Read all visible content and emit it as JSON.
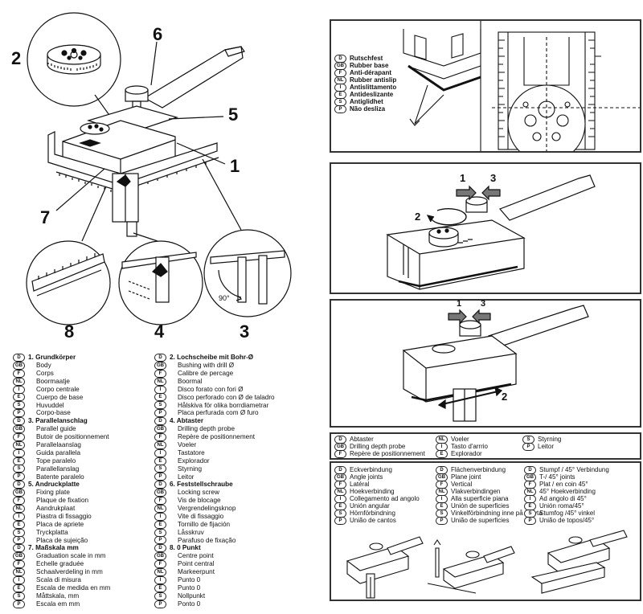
{
  "main_callouts": {
    "n1": "1",
    "n2": "2",
    "n3": "3",
    "n4": "4",
    "n5": "5",
    "n6": "6",
    "n7": "7",
    "n8": "8",
    "angle": "90°"
  },
  "legend_col1": [
    {
      "badge": "D",
      "text": "1. Grundkörper",
      "hdr": true
    },
    {
      "badge": "GB",
      "text": "Body"
    },
    {
      "badge": "F",
      "text": "Corps"
    },
    {
      "badge": "NL",
      "text": "Boormaatje"
    },
    {
      "badge": "I",
      "text": "Corpo centrale"
    },
    {
      "badge": "E",
      "text": "Cuerpo de base"
    },
    {
      "badge": "S",
      "text": "Huvuddel"
    },
    {
      "badge": "P",
      "text": "Corpo-base"
    },
    {
      "badge": "D",
      "text": "3. Parallelanschlag",
      "hdr": true
    },
    {
      "badge": "GB",
      "text": "Parallel guide"
    },
    {
      "badge": "F",
      "text": "Butoir de positionnement"
    },
    {
      "badge": "NL",
      "text": "Parallelaanslag"
    },
    {
      "badge": "I",
      "text": "Guida parallela"
    },
    {
      "badge": "E",
      "text": "Tope paralelo"
    },
    {
      "badge": "S",
      "text": "Parallellanslag"
    },
    {
      "badge": "P",
      "text": "Batente paralelo"
    },
    {
      "badge": "D",
      "text": "5. Andruckplatte",
      "hdr": true
    },
    {
      "badge": "GB",
      "text": "Fixing plate"
    },
    {
      "badge": "F",
      "text": "Plaque de fixation"
    },
    {
      "badge": "NL",
      "text": "Aandrukplaat"
    },
    {
      "badge": "I",
      "text": "Piastra di fissaggio"
    },
    {
      "badge": "E",
      "text": "Placa de apriete"
    },
    {
      "badge": "S",
      "text": "Tryckplatta"
    },
    {
      "badge": "P",
      "text": "Placa de sujeição"
    },
    {
      "badge": "D",
      "text": "7. Maßskala mm",
      "hdr": true
    },
    {
      "badge": "GB",
      "text": "Graduation scale in mm"
    },
    {
      "badge": "F",
      "text": "Echelle graduée"
    },
    {
      "badge": "NL",
      "text": "Schaalverdeling in mm"
    },
    {
      "badge": "I",
      "text": "Scala di misura"
    },
    {
      "badge": "E",
      "text": "Escala de medida en mm"
    },
    {
      "badge": "S",
      "text": "Måttskala, mm"
    },
    {
      "badge": "P",
      "text": "Escala em mm"
    }
  ],
  "legend_col2": [
    {
      "badge": "D",
      "text": "2. Lochscheibe mit Bohr-Ø",
      "hdr": true
    },
    {
      "badge": "GB",
      "text": "Bushing with drill Ø"
    },
    {
      "badge": "F",
      "text": "Calibre de percage"
    },
    {
      "badge": "NL",
      "text": "Boormal"
    },
    {
      "badge": "I",
      "text": "Disco forato con fori Ø"
    },
    {
      "badge": "E",
      "text": "Disco perforado con Ø de taladro"
    },
    {
      "badge": "S",
      "text": "Hålskiva för olika borrdiametrar"
    },
    {
      "badge": "P",
      "text": "Placa perfurada com Ø furo"
    },
    {
      "badge": "D",
      "text": "4. Abtaster",
      "hdr": true
    },
    {
      "badge": "GB",
      "text": "Drilling depth probe"
    },
    {
      "badge": "F",
      "text": "Repère de positionnement"
    },
    {
      "badge": "NL",
      "text": "Voeler"
    },
    {
      "badge": "I",
      "text": "Tastatore"
    },
    {
      "badge": "E",
      "text": "Explorador"
    },
    {
      "badge": "S",
      "text": "Styrning"
    },
    {
      "badge": "P",
      "text": "Leitor"
    },
    {
      "badge": "D",
      "text": "6. Feststellschraube",
      "hdr": true
    },
    {
      "badge": "GB",
      "text": "Locking screw"
    },
    {
      "badge": "F",
      "text": "Vis de blocage"
    },
    {
      "badge": "NL",
      "text": "Vergrendelingsknop"
    },
    {
      "badge": "I",
      "text": "Vite di fissaggio"
    },
    {
      "badge": "E",
      "text": "Tornillo de fijación"
    },
    {
      "badge": "S",
      "text": "Låsskruv"
    },
    {
      "badge": "P",
      "text": "Parafuso de fixação"
    },
    {
      "badge": "D",
      "text": "8. 0 Punkt",
      "hdr": true
    },
    {
      "badge": "GB",
      "text": "Centre point"
    },
    {
      "badge": "F",
      "text": "Point central"
    },
    {
      "badge": "NL",
      "text": "Markeerpunt"
    },
    {
      "badge": "I",
      "text": "Punto 0"
    },
    {
      "badge": "E",
      "text": "Punto 0"
    },
    {
      "badge": "S",
      "text": "Nollpunkt"
    },
    {
      "badge": "P",
      "text": "Ponto 0"
    }
  ],
  "rubber_base_labels": [
    {
      "badge": "D",
      "text": "Rutschfest"
    },
    {
      "badge": "GB",
      "text": "Rubber base"
    },
    {
      "badge": "F",
      "text": "Anti-dérapant"
    },
    {
      "badge": "NL",
      "text": "Rubber antislip"
    },
    {
      "badge": "I",
      "text": "Antislittamento"
    },
    {
      "badge": "E",
      "text": "Antideslizante"
    },
    {
      "badge": "S",
      "text": "Antiglidhet"
    },
    {
      "badge": "P",
      "text": "Não desliza"
    }
  ],
  "panel2_callouts": {
    "a": "1",
    "b": "3",
    "c": "2"
  },
  "panel3_callouts": {
    "a": "1",
    "b": "3",
    "c": "2"
  },
  "probe_labels": {
    "col1": [
      {
        "badge": "D",
        "text": "Abtaster"
      },
      {
        "badge": "GB",
        "text": "Drilling depth probe"
      },
      {
        "badge": "F",
        "text": "Repère de positionnement"
      }
    ],
    "col2": [
      {
        "badge": "NL",
        "text": "Voeler"
      },
      {
        "badge": "I",
        "text": "Tasto d'arrrio"
      },
      {
        "badge": "E",
        "text": "Explorador"
      }
    ],
    "col3": [
      {
        "badge": "S",
        "text": "Styrning"
      },
      {
        "badge": "P",
        "text": "Leitor"
      }
    ]
  },
  "joint_labels": {
    "col1": [
      {
        "badge": "D",
        "text": "Eckverbindung"
      },
      {
        "badge": "GB",
        "text": "Angle joints"
      },
      {
        "badge": "F",
        "text": "Latéral"
      },
      {
        "badge": "NL",
        "text": "Hoekverbinding"
      },
      {
        "badge": "I",
        "text": "Collegamento ad angolo"
      },
      {
        "badge": "E",
        "text": "Unión angular"
      },
      {
        "badge": "S",
        "text": "Hörnförbindning"
      },
      {
        "badge": "P",
        "text": "União de cantos"
      }
    ],
    "col2": [
      {
        "badge": "D",
        "text": "Flächenverbindung"
      },
      {
        "badge": "GB",
        "text": "Plane joint"
      },
      {
        "badge": "F",
        "text": "Vertical"
      },
      {
        "badge": "NL",
        "text": "Vlakverbindingen"
      },
      {
        "badge": "I",
        "text": "Alla superficie piana"
      },
      {
        "badge": "E",
        "text": "Unión de superficies"
      },
      {
        "badge": "S",
        "text": "Vinkelförbindning inne på en yta"
      },
      {
        "badge": "P",
        "text": "União de superficies"
      }
    ],
    "col3": [
      {
        "badge": "D",
        "text": "Stumpf / 45° Verbindung"
      },
      {
        "badge": "GB",
        "text": "T-/ 45° joints"
      },
      {
        "badge": "F",
        "text": "Plat / en coin 45°"
      },
      {
        "badge": "NL",
        "text": "45° Hoekverbinding"
      },
      {
        "badge": "I",
        "text": "Ad angolo di 45°"
      },
      {
        "badge": "E",
        "text": "Unión roma/45°"
      },
      {
        "badge": "S",
        "text": "Stumfog /45° vinkel"
      },
      {
        "badge": "P",
        "text": "União de topos/45°"
      }
    ]
  }
}
